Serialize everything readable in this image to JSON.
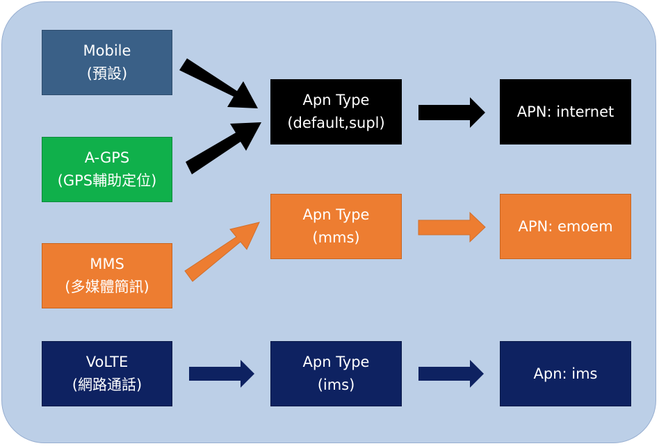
{
  "colors": {
    "panel": "#bccfe7",
    "mobile": "#3a6087",
    "agps": "#10b04b",
    "mms": "#ed7d31",
    "default_flow": "#000000",
    "volte": "#0e2261"
  },
  "sources": {
    "mobile": {
      "line1": "Mobile",
      "line2": "(預設)"
    },
    "agps": {
      "line1": "A-GPS",
      "line2": "(GPS輔助定位)"
    },
    "mms": {
      "line1": "MMS",
      "line2": "(多媒體簡訊)"
    },
    "volte": {
      "line1": "VoLTE",
      "line2": "(網路通話)"
    }
  },
  "apn_types": {
    "default": {
      "line1": "Apn Type",
      "line2": "(default,supl)"
    },
    "mms": {
      "line1": "Apn Type",
      "line2": "(mms)"
    },
    "ims": {
      "line1": "Apn Type",
      "line2": "(ims)"
    }
  },
  "apns": {
    "internet": {
      "label": "APN: internet"
    },
    "emoem": {
      "label": "APN: emoem"
    },
    "ims": {
      "label": "Apn: ims"
    }
  }
}
